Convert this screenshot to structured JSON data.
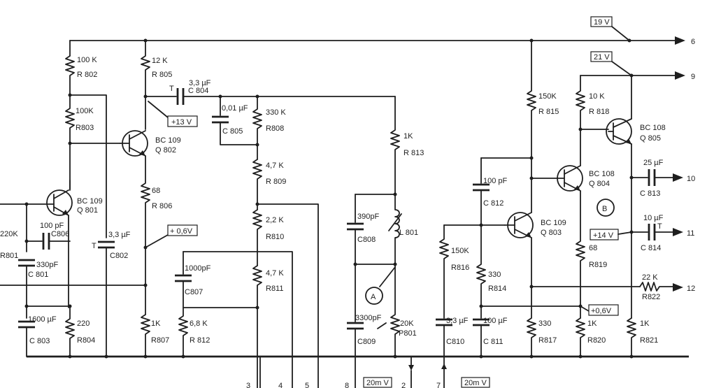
{
  "title": "",
  "voltage_boxes": {
    "v19": "19 V",
    "v21": "21 V",
    "v13": "+13 V",
    "v06a": "+ 0,6V",
    "v14": "+14 V",
    "v06b": "+0,6V",
    "mv1": "20m V",
    "mv2": "20m V"
  },
  "test_points": {
    "a": "A",
    "b": "B"
  },
  "terminals": {
    "t6": "6",
    "t9": "9",
    "t10": "10",
    "t11": "11",
    "t12": "12",
    "b3": "3",
    "b4": "4",
    "b5": "5",
    "b8": "8",
    "b2": "2",
    "b7": "7"
  },
  "resistors": [
    {
      "value": "100 K",
      "ref": "R 802"
    },
    {
      "value": "100K",
      "ref": "R803"
    },
    {
      "value": "12 K",
      "ref": "R 805"
    },
    {
      "value": "68",
      "ref": "R 806"
    },
    {
      "value": "1K",
      "ref": "R807"
    },
    {
      "value": "6,8 K",
      "ref": "R 812"
    },
    {
      "value": "330 K",
      "ref": "R808"
    },
    {
      "value": "4,7 K",
      "ref": "R 809"
    },
    {
      "value": "2,2 K",
      "ref": "R810"
    },
    {
      "value": "4,7 K",
      "ref": "R811"
    },
    {
      "value": "1K",
      "ref": "R 813"
    },
    {
      "value": "20K",
      "ref": "P801"
    },
    {
      "value": "220",
      "ref": "R804"
    },
    {
      "value": "220K",
      "ref": "R801"
    },
    {
      "value": "150K",
      "ref": "R816"
    },
    {
      "value": "330",
      "ref": "R814"
    },
    {
      "value": "150K",
      "ref": "R 815"
    },
    {
      "value": "330",
      "ref": "R817"
    },
    {
      "value": "10 K",
      "ref": "R 818"
    },
    {
      "value": "68",
      "ref": "R819"
    },
    {
      "value": "1K",
      "ref": "R820"
    },
    {
      "value": "1K",
      "ref": "R821"
    },
    {
      "value": "22 K",
      "ref": "R822"
    }
  ],
  "capacitors": [
    {
      "value": "3,3 µF",
      "ref": "C 804",
      "mark": "T"
    },
    {
      "value": "0,01 µF",
      "ref": "C 805"
    },
    {
      "value": "100 pF",
      "ref": "C806"
    },
    {
      "value": "330pF",
      "ref": "C 801"
    },
    {
      "value": "3,3 µF",
      "ref": "C802",
      "mark": "T"
    },
    {
      "value": "1600 µF",
      "ref": "C 803"
    },
    {
      "value": "1000pF",
      "ref": "C807"
    },
    {
      "value": "390pF",
      "ref": "C808"
    },
    {
      "value": "3300pF",
      "ref": "C809"
    },
    {
      "value": "100 pF",
      "ref": "C 812"
    },
    {
      "value": "3,3 µF",
      "ref": "C810"
    },
    {
      "value": "100 µF",
      "ref": "C 811"
    },
    {
      "value": "25 µF",
      "ref": "C 813"
    },
    {
      "value": "10 µF",
      "ref": "C 814",
      "mark": "T"
    }
  ],
  "transistors": [
    {
      "type": "BC 109",
      "ref": "Q 801"
    },
    {
      "type": "BC 109",
      "ref": "Q 802"
    },
    {
      "type": "BC 109",
      "ref": "Q 803"
    },
    {
      "type": "BC 108",
      "ref": "Q 804"
    },
    {
      "type": "BC 108",
      "ref": "Q 805"
    }
  ],
  "inductors": [
    {
      "ref": "L 801"
    }
  ]
}
